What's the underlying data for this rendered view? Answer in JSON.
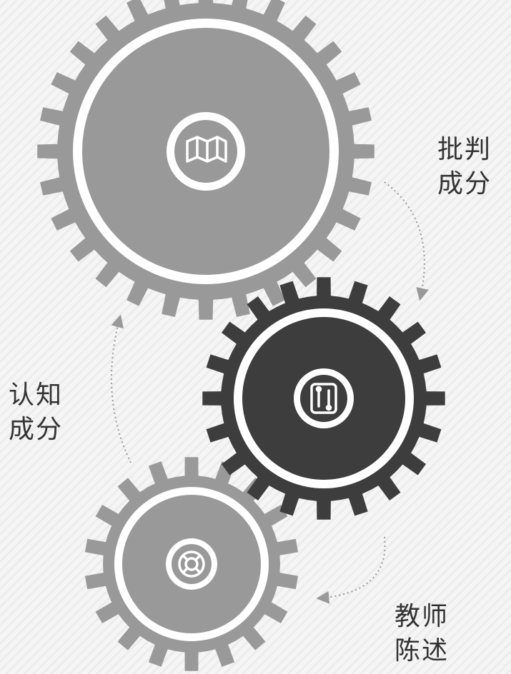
{
  "labels": {
    "critical": {
      "line1": "批判",
      "line2": "成分"
    },
    "cognitive": {
      "line1": "认知",
      "line2": "成分"
    },
    "teacher": {
      "line1": "教师",
      "line2": "陈述"
    }
  },
  "gears": [
    {
      "name": "gear-large",
      "icon": "map-icon",
      "color": "#999999"
    },
    {
      "name": "gear-dark",
      "icon": "circuit-icon",
      "color": "#3d3d3d"
    },
    {
      "name": "gear-small",
      "icon": "lifebuoy-icon",
      "color": "#999999"
    }
  ],
  "colors": {
    "ring": "#ffffff",
    "arrow": "#999999",
    "text": "#333333"
  }
}
